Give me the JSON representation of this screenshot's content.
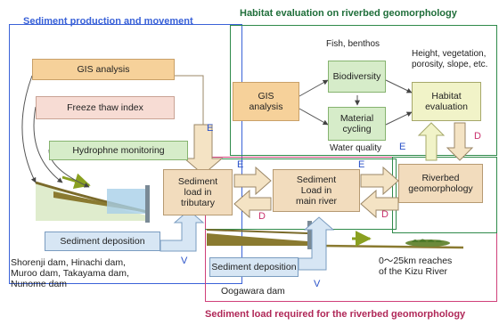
{
  "titles": {
    "sediment_production": "Sediment production and movement",
    "habitat_evaluation": "Habitat evaluation on riverbed geomorphology",
    "sediment_load_required": "Sediment load required for the riverbed geomorphology"
  },
  "boxes": {
    "gis_analysis_left": "GIS analysis",
    "freeze_thaw_index": "Freeze thaw index",
    "hydrophone_monitoring": "Hydrophne monitoring",
    "sediment_load_tributary": "Sediment\nload in\ntributary",
    "sediment_deposition_left": "Sediment deposition",
    "sediment_deposition_bottom": "Sediment deposition",
    "sediment_load_main_river": "Sediment\nLoad in\nmain river",
    "gis_analysis_right": "GIS\nanalysis",
    "biodiversity": "Biodiversity",
    "material_cycling": "Material\ncycling",
    "habitat_evaluation": "Habitat\nevaluation",
    "riverbed_geomorphology": "Riverbed\ngeomorphology"
  },
  "labels": {
    "fish_benthos": "Fish, benthos",
    "habitat_params": "Height, vegetation,\nporosity, slope, etc.",
    "water_quality": "Water quality",
    "dams_left": "Shorenji dam, Hinachi dam,\nMuroo dam, Takayama dam,\nNunome dam",
    "oogawara_dam": "Oogawara dam",
    "kizu_reaches": "0～25km reaches\nof the Kizu River"
  },
  "markers": {
    "e_top": "E",
    "e_middle_left": "E",
    "e_middle_right": "E",
    "e_water": "E",
    "d_left": "D",
    "d_right": "D",
    "d_habitat": "D",
    "v_left": "V",
    "v_bottom": "V"
  },
  "colors": {
    "blue_frame": "#3a62d8",
    "green_frame": "#2f8a4a",
    "red_frame": "#d0407a",
    "marker_blue": "#2a52c8",
    "marker_red": "#c8306c"
  }
}
